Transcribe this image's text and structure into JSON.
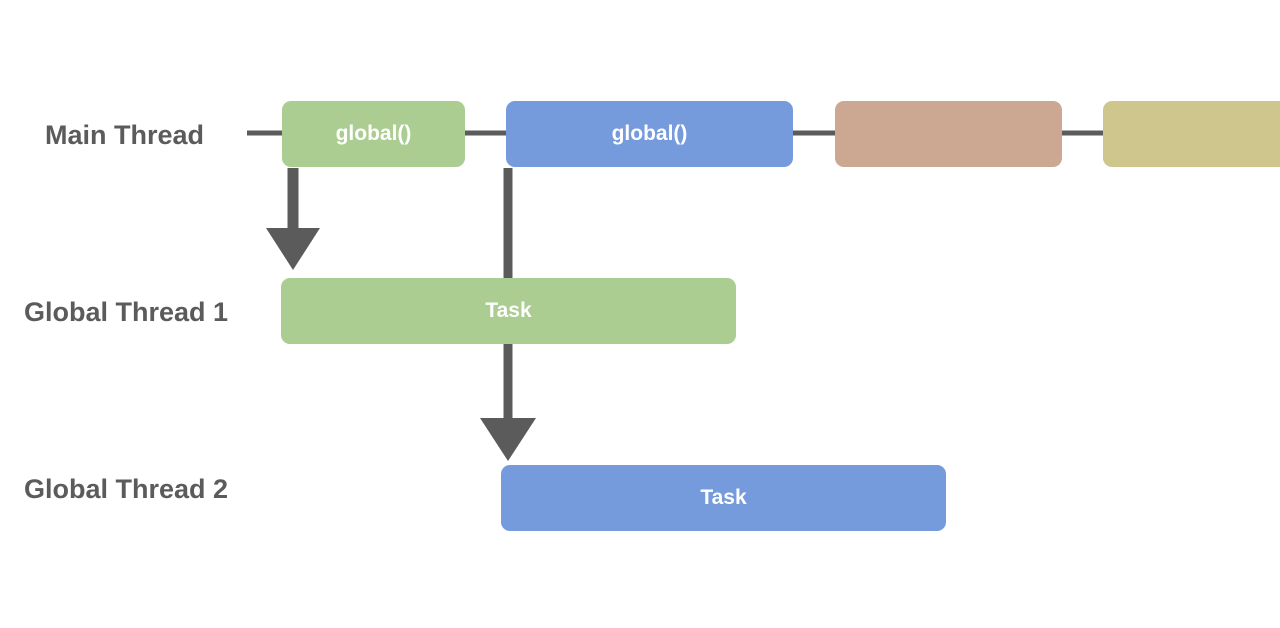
{
  "rows": {
    "main": "Main Thread",
    "global1": "Global Thread 1",
    "global2": "Global Thread 2"
  },
  "main_thread_blocks": [
    {
      "label": "global()",
      "color": "#abcd91"
    },
    {
      "label": "global()",
      "color": "#769bdc"
    },
    {
      "label": "",
      "color": "#cca892"
    },
    {
      "label": "",
      "color": "#cfc68d"
    }
  ],
  "tasks": {
    "thread1": {
      "label": "Task",
      "color": "#abcd91"
    },
    "thread2": {
      "label": "Task",
      "color": "#769bdc"
    }
  },
  "colors": {
    "green": "#abcd91",
    "blue": "#769bdc",
    "tan": "#cca892",
    "olive": "#cfc68d",
    "arrow": "#5b5b5b",
    "label": "#5b5b5b"
  }
}
